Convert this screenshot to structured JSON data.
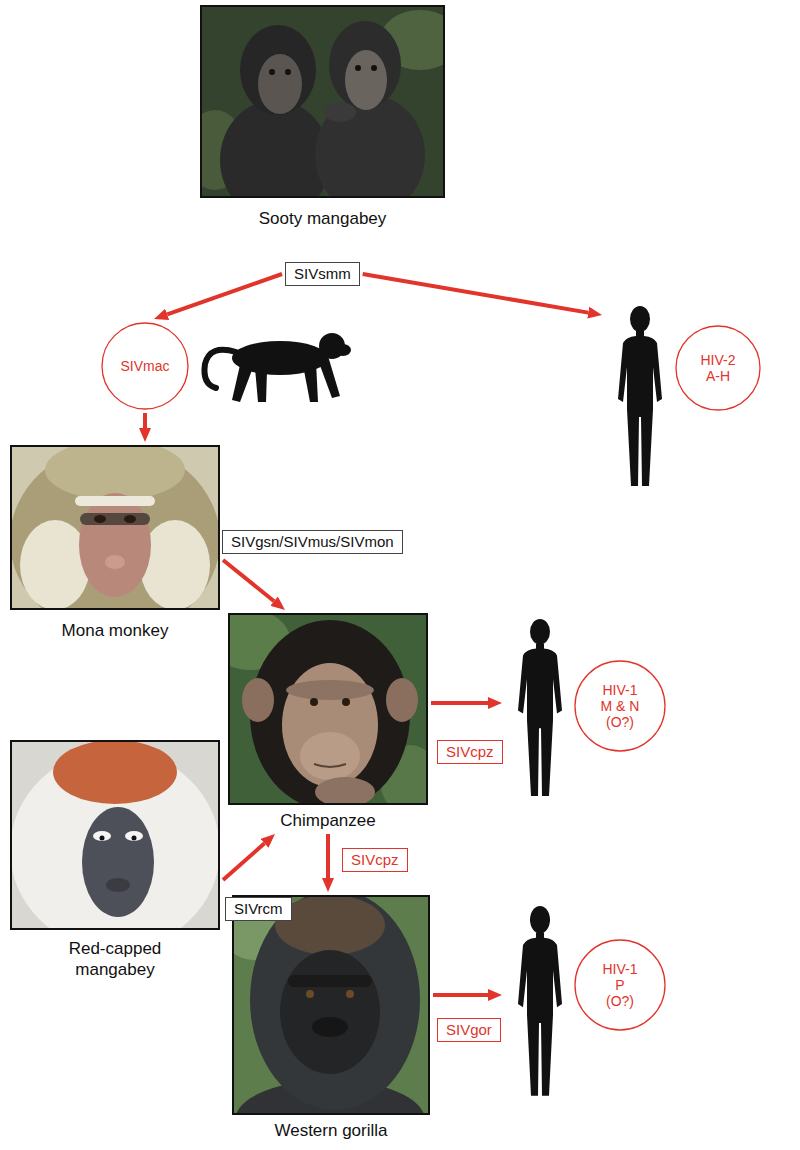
{
  "diagram": {
    "nodes": [
      {
        "text": [
          "Sooty mangabey"
        ]
      },
      {
        "text": [
          "SIVsmm"
        ]
      },
      {
        "text": [
          "SIVmac"
        ]
      },
      {
        "text": [
          "HIV-2 A-H"
        ]
      },
      {
        "text": [
          "Mona monkey"
        ]
      },
      {
        "text": [
          "Chimpanzee"
        ]
      },
      {
        "text": [
          "HIV-1 M & N (O?)"
        ]
      },
      {
        "text": [
          "Red-capped mangabey"
        ]
      },
      {
        "text": [
          "Western gorilla"
        ]
      },
      {
        "text": [
          "HIV-1 P (O?)"
        ]
      }
    ],
    "edges": [
      {
        "from": 1,
        "to": 2,
        "arrow": "to"
      },
      {
        "from": 1,
        "to": 3,
        "arrow": "to"
      },
      {
        "from": 2,
        "to": 4,
        "arrow": "to"
      },
      {
        "from": 4,
        "to": 5,
        "label": "SIVgsn/SIVmus/SIVmon",
        "arrow": "to"
      },
      {
        "from": 7,
        "to": 5,
        "label": "SIVrcm",
        "arrow": "to"
      },
      {
        "from": 5,
        "to": 6,
        "label": "SIVcpz",
        "arrow": "to"
      },
      {
        "from": 5,
        "to": 8,
        "label": "SIVcpz",
        "arrow": "to"
      },
      {
        "from": 8,
        "to": 9,
        "label": "SIVgor",
        "arrow": "to"
      }
    ]
  }
}
